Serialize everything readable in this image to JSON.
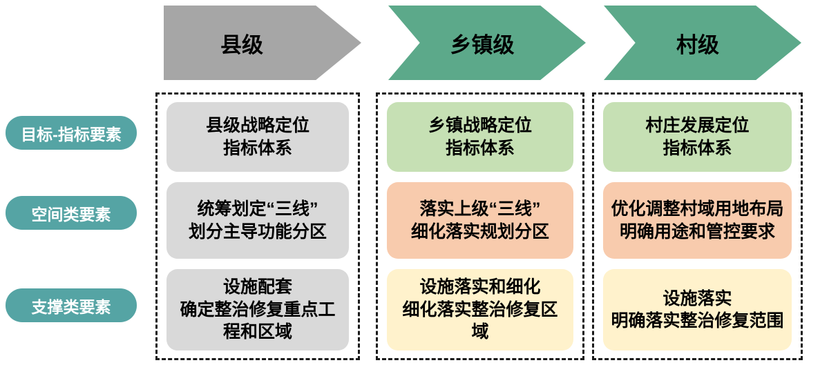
{
  "row_labels": [
    {
      "label": "目标-指标要素"
    },
    {
      "label": "空间类要素"
    },
    {
      "label": "支撑类要素"
    }
  ],
  "columns": [
    {
      "header": "县级",
      "cells": [
        "县级战略定位\n指标体系",
        "统筹划定“三线”\n划分主导功能分区",
        "设施配套\n确定整治修复重点工\n程和区域"
      ]
    },
    {
      "header": "乡镇级",
      "cells": [
        "乡镇战略定位\n指标体系",
        "落实上级“三线”\n细化落实规划分区",
        "设施落实和细化\n细化落实整治修复区\n域"
      ]
    },
    {
      "header": "村级",
      "cells": [
        "村庄发展定位\n指标体系",
        "优化调整村域用地布局\n明确用途和管控要求",
        "设施落实\n明确落实整治修复范围"
      ]
    }
  ],
  "colors": {
    "teal_label": "#55a4a4",
    "gray_arrow": "#a6a6a6",
    "green_arrow": "#5ca98a",
    "gray_cell": "#d9d9d9",
    "green_cell": "#c6e0b4",
    "orange_cell": "#f8cbad",
    "yellow_cell": "#fff2cc"
  }
}
